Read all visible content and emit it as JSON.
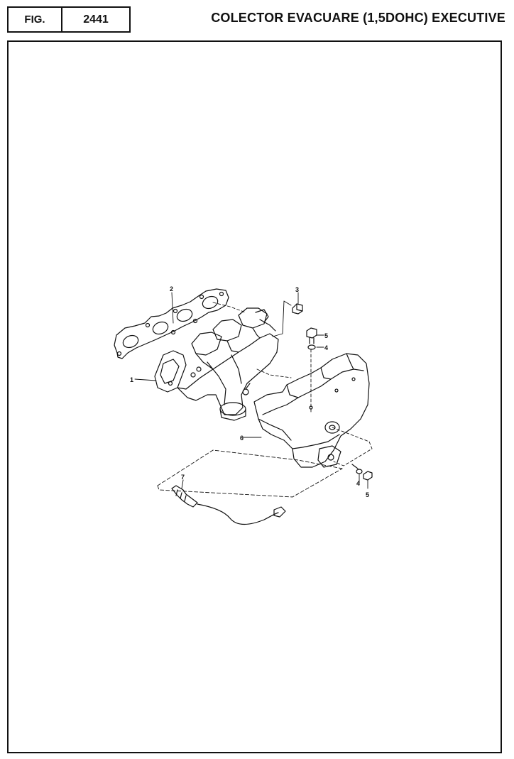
{
  "header": {
    "fig_label": "FIG.",
    "fig_number": "2441",
    "title": "COLECTOR EVACUARE (1,5DOHC) EXECUTIVE"
  },
  "callouts": {
    "c1": "1",
    "c2": "2",
    "c3": "3",
    "c4a": "4",
    "c4b": "4",
    "c5a": "5",
    "c5b": "5",
    "c6": "6",
    "c7": "7"
  },
  "colors": {
    "ink": "#111111",
    "paper": "#ffffff"
  }
}
